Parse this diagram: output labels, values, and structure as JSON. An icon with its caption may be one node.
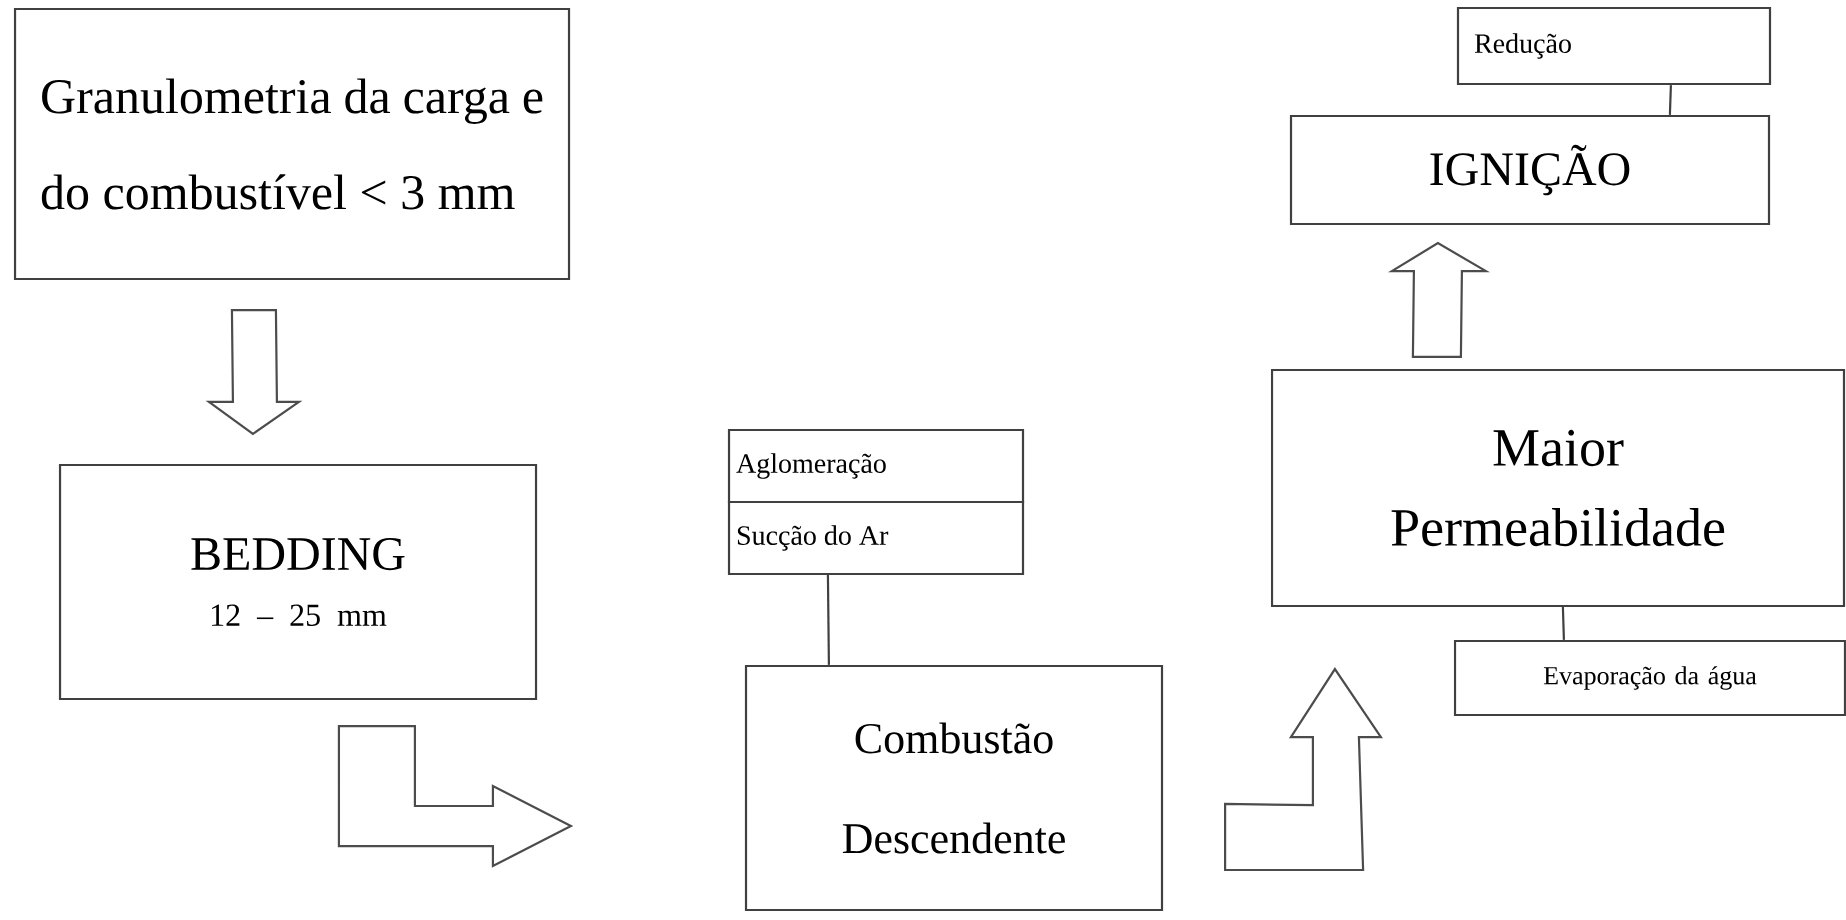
{
  "diagram": {
    "nodes": [
      {
        "text": [
          "Granulometria da carga e do combustível < 3 mm"
        ]
      },
      {
        "text": [
          "BEDDING",
          "12 – 25 mm"
        ]
      },
      {
        "text": [
          "Aglomeração"
        ]
      },
      {
        "text": [
          "Sucção do Ar"
        ]
      },
      {
        "text": [
          "Combustão Descendente"
        ]
      },
      {
        "text": [
          "Maior Permeabilidade"
        ]
      },
      {
        "text": [
          "Evaporação da água"
        ]
      },
      {
        "text": [
          "IGNIÇÃO"
        ]
      },
      {
        "text": [
          "Redução"
        ]
      }
    ],
    "edges": [
      {
        "from": 0,
        "to": 1,
        "arrow": "to"
      },
      {
        "from": 1,
        "to": 4,
        "arrow": "to"
      },
      {
        "from": 4,
        "to": 5,
        "arrow": "to"
      },
      {
        "from": 5,
        "to": 7,
        "arrow": "to"
      },
      {
        "from": 3,
        "to": 4,
        "arrow": "none"
      },
      {
        "from": 5,
        "to": 6,
        "arrow": "none"
      },
      {
        "from": 8,
        "to": 7,
        "arrow": "none"
      }
    ]
  }
}
